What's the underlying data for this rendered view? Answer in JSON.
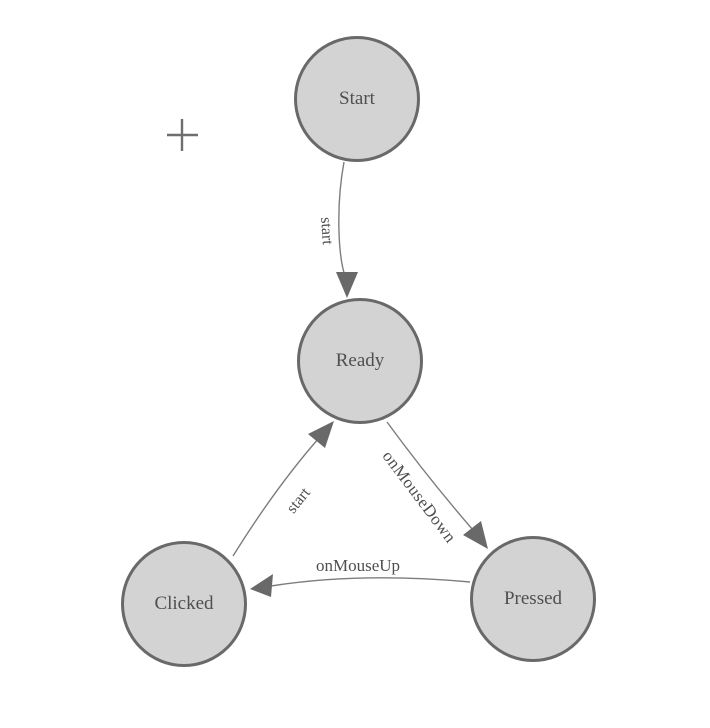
{
  "diagram": {
    "type": "state-machine",
    "nodes": [
      {
        "id": "start",
        "label": "Start"
      },
      {
        "id": "ready",
        "label": "Ready"
      },
      {
        "id": "clicked",
        "label": "Clicked"
      },
      {
        "id": "pressed",
        "label": "Pressed"
      }
    ],
    "edges": [
      {
        "from": "Start",
        "to": "Ready",
        "label": "start"
      },
      {
        "from": "Clicked",
        "to": "Ready",
        "label": "start"
      },
      {
        "from": "Ready",
        "to": "Pressed",
        "label": "onMouseDown"
      },
      {
        "from": "Pressed",
        "to": "Clicked",
        "label": "onMouseUp"
      }
    ],
    "icons": {
      "cursor": "crosshair-plus-icon"
    },
    "colors": {
      "background": "#ffffff",
      "node_fill": "#d3d3d3",
      "node_border": "#696969",
      "edge_line": "#7d7d7d",
      "arrowhead": "#696969",
      "text": "#4f4f4f"
    }
  }
}
